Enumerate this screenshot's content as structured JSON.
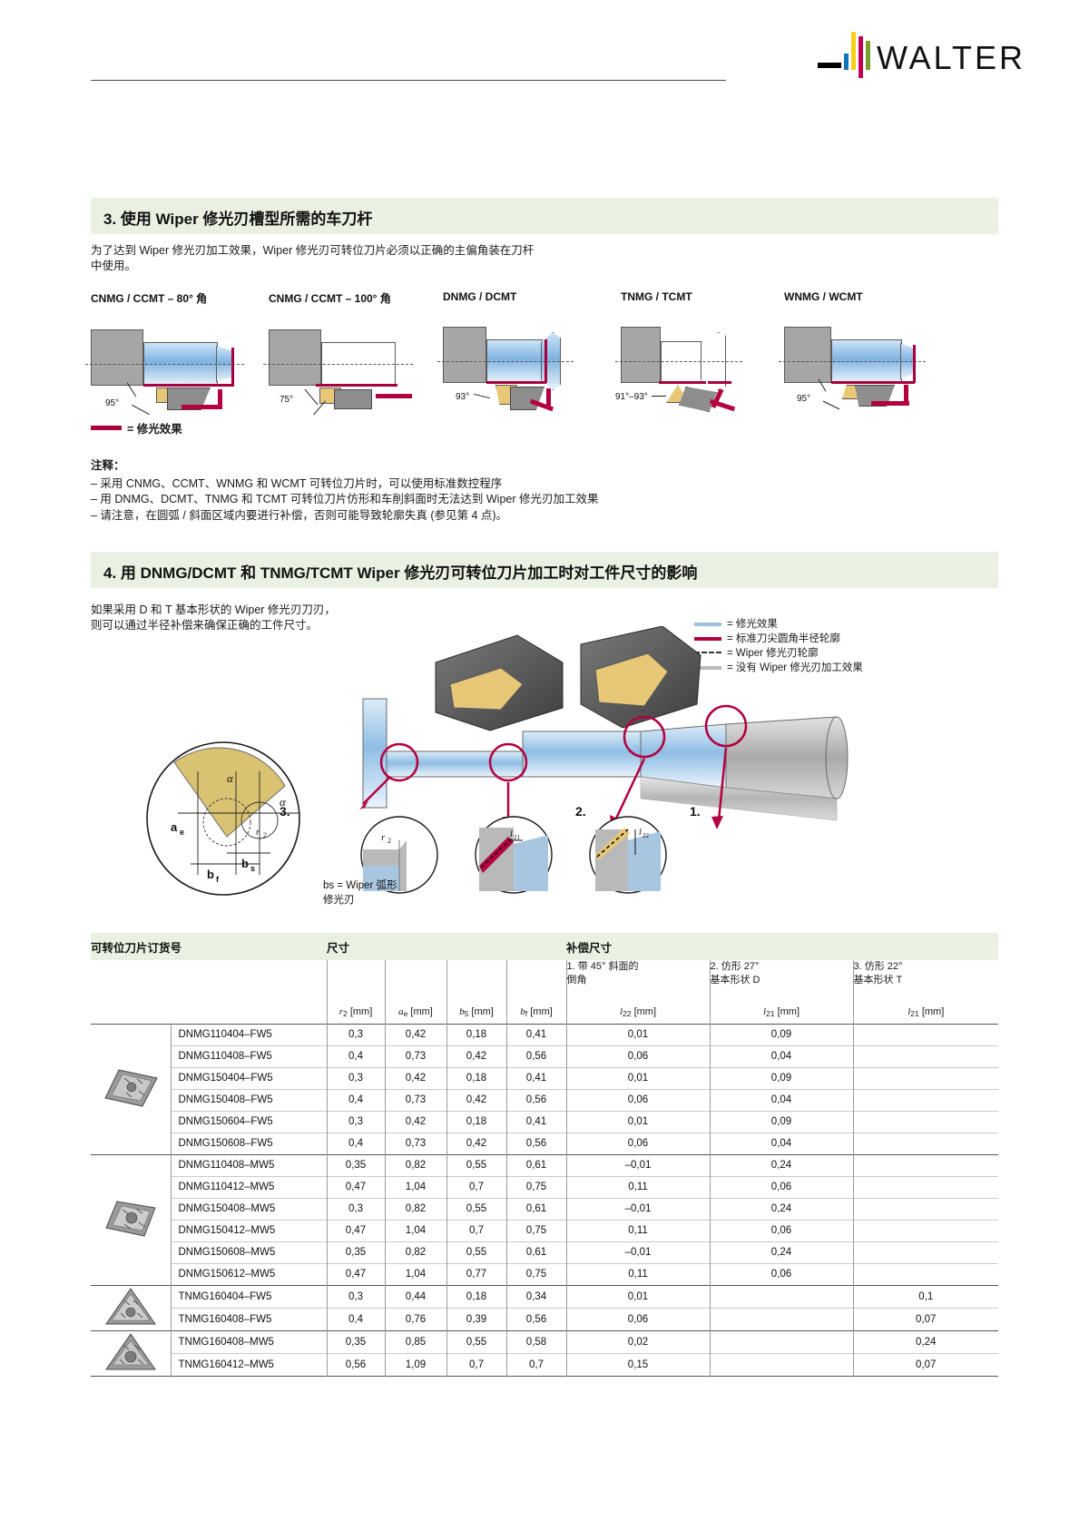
{
  "brand": {
    "name": "WALTER"
  },
  "section3": {
    "number": "3.",
    "title": "3. 使用 Wiper 修光刃槽型所需的车刀杆",
    "intro_line1": "为了达到 Wiper 修光刃加工效果，Wiper 修光刃可转位刀片必须以正确的主偏角装在刀杆",
    "intro_line2": "中使用。",
    "diagrams": [
      {
        "caption": "CNMG / CCMT – 80° 角",
        "angle": "95°"
      },
      {
        "caption": "CNMG / CCMT – 100° 角",
        "angle": "75°"
      },
      {
        "caption": "DNMG / DCMT",
        "angle": "93°"
      },
      {
        "caption": "TNMG / TCMT",
        "angle": "91°–93°"
      },
      {
        "caption": "WNMG / WCMT",
        "angle": "95°"
      }
    ],
    "legend_wiper": "= 修光效果",
    "notes_title": "注释：",
    "notes": [
      "– 采用 CNMG、CCMT、WNMG 和 WCMT 可转位刀片时，可以使用标准数控程序",
      "– 用 DNMG、DCMT、TNMG 和 TCMT 可转位刀片仿形和车削斜面时无法达到 Wiper 修光刃加工效果",
      "– 请注意，在圆弧 / 斜面区域内要进行补偿，否则可能导致轮廓失真 (参见第 4 点)。"
    ]
  },
  "section4": {
    "title": "4. 用 DNMG/DCMT 和 TNMG/TCMT Wiper 修光刃可转位刀片加工时对工件尺寸的影响",
    "intro_line1": "如果采用 D 和 T 基本形状的 Wiper 修光刃刀刃，",
    "intro_line2": "则可以通过半径补偿来确保正确的工件尺寸。",
    "legend": [
      {
        "swatch": "blue",
        "label": "= 修光效果"
      },
      {
        "swatch": "red",
        "label": "= 标准刀尖圆角半径轮廓"
      },
      {
        "swatch": "dash",
        "label": "= Wiper 修光刃轮廓"
      },
      {
        "swatch": "gray",
        "label": "= 没有 Wiper 修光刃加工效果"
      }
    ],
    "bs_note_line1": "bs = Wiper 弧形",
    "bs_note_line2": "修光刃",
    "detail_numbers": [
      "1.",
      "2.",
      "3."
    ],
    "detail_labels": {
      "d1": "l22",
      "d2": "l21",
      "d3": "r2"
    },
    "circle_labels": {
      "alpha": "α",
      "r2": "r2",
      "ae": "ae",
      "bf": "bf",
      "bs": "bs"
    }
  },
  "table": {
    "group_headers": {
      "order_no": "可转位刀片订货号",
      "dimensions": "尺寸",
      "compensation": "补偿尺寸"
    },
    "sub_headers": [
      {
        "line1": "1. 带 45° 斜面的",
        "line2": "倒角"
      },
      {
        "line1": "2. 仿形 27°",
        "line2": "基本形状 D"
      },
      {
        "line1": "3. 仿形 22°",
        "line2": "基本形状 T"
      }
    ],
    "unit_headers": [
      {
        "sym": "r",
        "sub": "2",
        "unit": "[mm]"
      },
      {
        "sym": "a",
        "sub": "e",
        "unit": "[mm]"
      },
      {
        "sym": "b",
        "sub": "5",
        "unit": "[mm]"
      },
      {
        "sym": "b",
        "sub": "f",
        "unit": "[mm]"
      },
      {
        "sym": "l",
        "sub": "22",
        "unit": "[mm]"
      },
      {
        "sym": "l",
        "sub": "21",
        "unit": "[mm]"
      },
      {
        "sym": "l",
        "sub": "21",
        "unit": "[mm]"
      }
    ],
    "groups": [
      {
        "shape": "dnmg-fw5",
        "rows": [
          {
            "code": "DNMG110404–FW5",
            "r2": "0,3",
            "ae": "0,42",
            "b5": "0,18",
            "bf": "0,41",
            "l22": "0,01",
            "l21d": "0,09",
            "l21t": ""
          },
          {
            "code": "DNMG110408–FW5",
            "r2": "0,4",
            "ae": "0,73",
            "b5": "0,42",
            "bf": "0,56",
            "l22": "0,06",
            "l21d": "0,04",
            "l21t": ""
          },
          {
            "code": "DNMG150404–FW5",
            "r2": "0,3",
            "ae": "0,42",
            "b5": "0,18",
            "bf": "0,41",
            "l22": "0,01",
            "l21d": "0,09",
            "l21t": ""
          },
          {
            "code": "DNMG150408–FW5",
            "r2": "0,4",
            "ae": "0,73",
            "b5": "0,42",
            "bf": "0,56",
            "l22": "0,06",
            "l21d": "0,04",
            "l21t": ""
          },
          {
            "code": "DNMG150604–FW5",
            "r2": "0,3",
            "ae": "0,42",
            "b5": "0,18",
            "bf": "0,41",
            "l22": "0,01",
            "l21d": "0,09",
            "l21t": ""
          },
          {
            "code": "DNMG150608–FW5",
            "r2": "0,4",
            "ae": "0,73",
            "b5": "0,42",
            "bf": "0,56",
            "l22": "0,06",
            "l21d": "0,04",
            "l21t": ""
          }
        ]
      },
      {
        "shape": "dnmg-mw5",
        "rows": [
          {
            "code": "DNMG110408–MW5",
            "r2": "0,35",
            "ae": "0,82",
            "b5": "0,55",
            "bf": "0,61",
            "l22": "–0,01",
            "l21d": "0,24",
            "l21t": ""
          },
          {
            "code": "DNMG110412–MW5",
            "r2": "0,47",
            "ae": "1,04",
            "b5": "0,7",
            "bf": "0,75",
            "l22": "0,11",
            "l21d": "0,06",
            "l21t": ""
          },
          {
            "code": "DNMG150408–MW5",
            "r2": "0,3",
            "ae": "0,82",
            "b5": "0,55",
            "bf": "0,61",
            "l22": "–0,01",
            "l21d": "0,24",
            "l21t": ""
          },
          {
            "code": "DNMG150412–MW5",
            "r2": "0,47",
            "ae": "1,04",
            "b5": "0,7",
            "bf": "0,75",
            "l22": "0,11",
            "l21d": "0,06",
            "l21t": ""
          },
          {
            "code": "DNMG150608–MW5",
            "r2": "0,35",
            "ae": "0,82",
            "b5": "0,55",
            "bf": "0,61",
            "l22": "–0,01",
            "l21d": "0,24",
            "l21t": ""
          },
          {
            "code": "DNMG150612–MW5",
            "r2": "0,47",
            "ae": "1,04",
            "b5": "0,77",
            "bf": "0,75",
            "l22": "0,11",
            "l21d": "0,06",
            "l21t": ""
          }
        ]
      },
      {
        "shape": "tnmg-fw5",
        "rows": [
          {
            "code": "TNMG160404–FW5",
            "r2": "0,3",
            "ae": "0,44",
            "b5": "0,18",
            "bf": "0,34",
            "l22": "0,01",
            "l21d": "",
            "l21t": "0,1"
          },
          {
            "code": "TNMG160408–FW5",
            "r2": "0,4",
            "ae": "0,76",
            "b5": "0,39",
            "bf": "0,56",
            "l22": "0,06",
            "l21d": "",
            "l21t": "0,07"
          }
        ]
      },
      {
        "shape": "tnmg-mw5",
        "rows": [
          {
            "code": "TNMG160408–MW5",
            "r2": "0,35",
            "ae": "0,85",
            "b5": "0,55",
            "bf": "0,58",
            "l22": "0,02",
            "l21d": "",
            "l21t": "0,24"
          },
          {
            "code": "TNMG160412–MW5",
            "r2": "0,56",
            "ae": "1,09",
            "b5": "0,7",
            "bf": "0,7",
            "l22": "0,15",
            "l21d": "",
            "l21t": "0,07"
          }
        ]
      }
    ]
  },
  "colors": {
    "section_bg": "#eaf0e2",
    "wiper_red": "#a8003c",
    "steel_gray": "#a6a6a6",
    "insert_gold": "#e8c877",
    "workpiece_blue": "#7eb3e0"
  }
}
